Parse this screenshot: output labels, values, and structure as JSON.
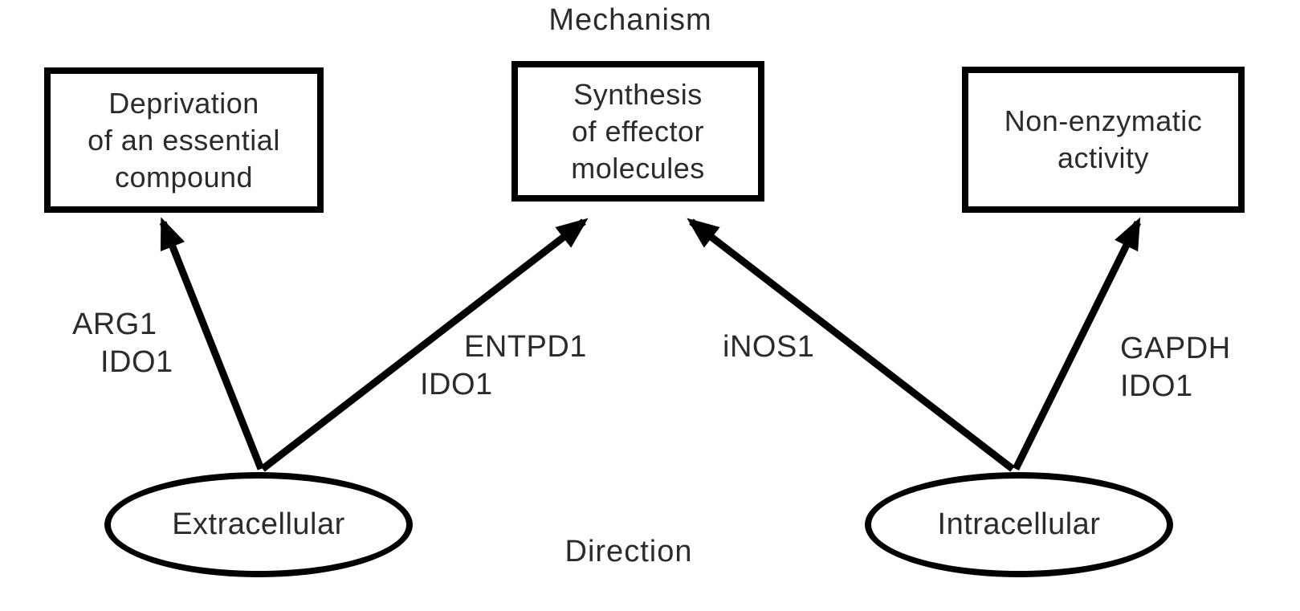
{
  "diagram": {
    "titles": {
      "mechanism": "Mechanism",
      "direction": "Direction"
    },
    "boxes": [
      {
        "id": "deprivation",
        "lines": [
          "Deprivation",
          "of an essential",
          "compound"
        ]
      },
      {
        "id": "synthesis",
        "lines": [
          "Synthesis",
          "of effector",
          "molecules"
        ]
      },
      {
        "id": "non-enzymatic",
        "lines": [
          "Non-enzymatic",
          "activity"
        ]
      }
    ],
    "nodes": [
      {
        "id": "extracellular",
        "label": "Extracellular"
      },
      {
        "id": "intracellular",
        "label": "Intracellular"
      }
    ],
    "edges": [
      {
        "from": "Extracellular",
        "to": "Deprivation of an essential compound",
        "genes": [
          "ARG1",
          "IDO1"
        ]
      },
      {
        "from": "Extracellular",
        "to": "Synthesis of effector molecules",
        "genes": [
          "ENTPD1",
          "IDO1"
        ]
      },
      {
        "from": "Intracellular",
        "to": "Synthesis of effector molecules",
        "genes": [
          "iNOS1"
        ]
      },
      {
        "from": "Intracellular",
        "to": "Non-enzymatic activity",
        "genes": [
          "GAPDH",
          "IDO1"
        ]
      }
    ],
    "colors": {
      "stroke": "#000000",
      "text": "#2b2b2b",
      "background": "#ffffff"
    }
  }
}
